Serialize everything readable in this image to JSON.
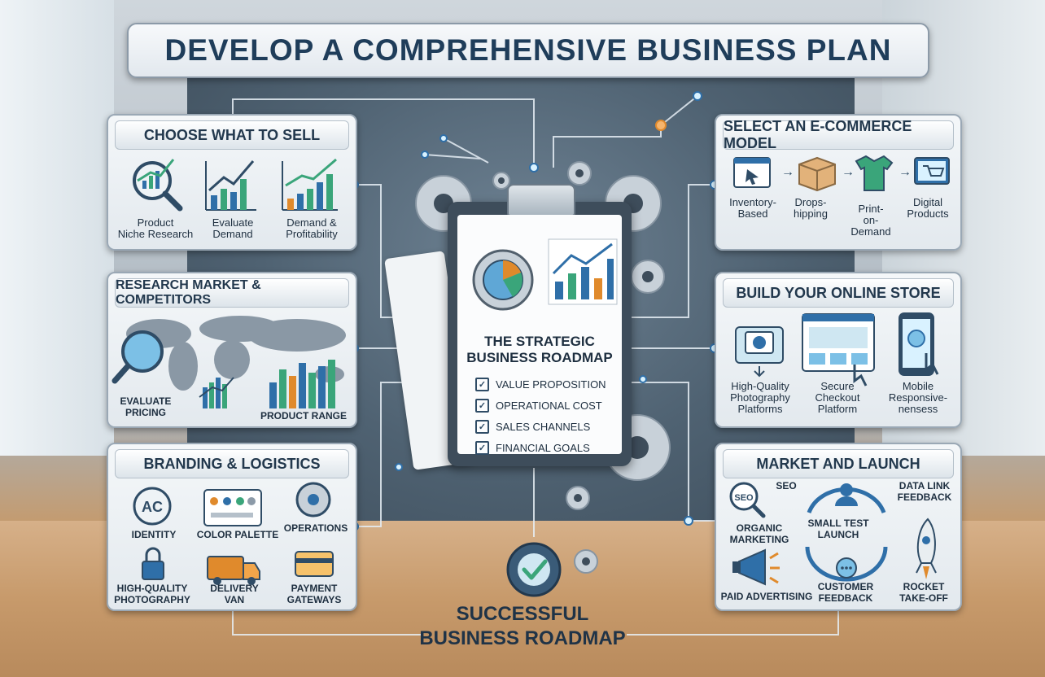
{
  "title": "DEVELOP A COMPREHENSIVE BUSINESS PLAN",
  "panels": {
    "choose": {
      "heading": "CHOOSE WHAT TO SELL",
      "items": [
        "Product\nNiche Research",
        "Evaluate\nDemand",
        "Demand &\nProfitability"
      ]
    },
    "research": {
      "heading": "RESEARCH MARKET & COMPETITORS",
      "items": [
        "EVALUATE\nPRICING",
        "PRODUCT RANGE"
      ]
    },
    "branding": {
      "heading": "BRANDING & LOGISTICS",
      "logo_text": "AC",
      "items": [
        "IDENTITY",
        "COLOR PALETTE",
        "OPERATIONS",
        "HIGH-QUALITY\nPHOTOGRAPHY",
        "DELIVERY\nVAN",
        "PAYMENT\nGATEWAYS"
      ]
    },
    "model": {
      "heading": "SELECT AN E-COMMERCE MODEL",
      "items": [
        "Inventory-\nBased",
        "Drops-\nhipping",
        "Print-\non-\nDemand",
        "Digital\nProducts"
      ]
    },
    "store": {
      "heading": "BUILD YOUR ONLINE STORE",
      "items": [
        "High-Quality\nPhotography\nPlatforms",
        "Secure\nCheckout\nPlatform",
        "Mobile\nResponsive-\nnensess"
      ]
    },
    "launch": {
      "heading": "MARKET AND LAUNCH",
      "seo_badge": "SEO",
      "items": [
        "SEO",
        "ORGANIC\nMARKETING",
        "SMALL TEST\nLAUNCH",
        "DATA LINK\nFEEDBACK",
        "PAID ADVERTISING",
        "CUSTOMER\nFEEDBACK",
        "ROCKET\nTAKE-OFF"
      ]
    }
  },
  "center": {
    "title": "THE STRATEGIC\nBUSINESS ROADMAP",
    "checklist": [
      "VALUE PROPOSITION",
      "OPERATIONAL COST",
      "SALES CHANNELS",
      "FINANCIAL GOALS"
    ]
  },
  "footer": "SUCCESSFUL\nBUSINESS ROADMAP",
  "colors": {
    "title_text": "#1f3d5a",
    "accent_blue": "#2f6fa8",
    "accent_green": "#3aa57a",
    "accent_orange": "#e08a2c",
    "connector": "#e6eef5"
  }
}
